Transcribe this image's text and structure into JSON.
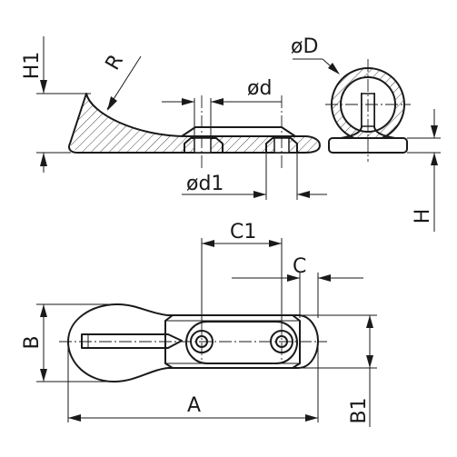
{
  "labels": {
    "h1": "H1",
    "r": "R",
    "d": "ød",
    "dd": "øD",
    "d1": "ød1",
    "h": "H",
    "c1": "C1",
    "c": "C",
    "b": "B",
    "a": "A",
    "b1": "B1"
  }
}
